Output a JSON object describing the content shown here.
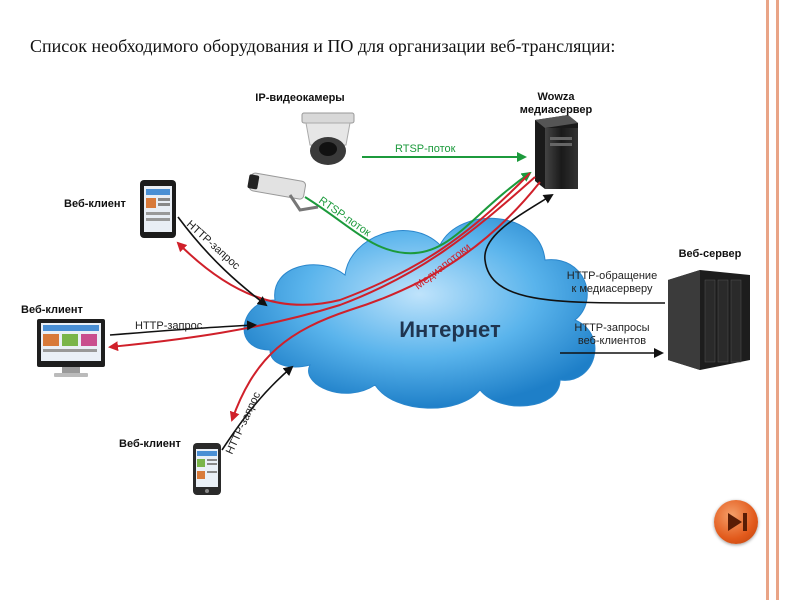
{
  "slide": {
    "title": "Список необходимого оборудования и ПО для организации веб-трансляции:"
  },
  "diagram": {
    "cloud_label": "Интернет",
    "nodes": {
      "ip_cameras": "IP-видеокамеры",
      "wowza_line1": "Wowza",
      "wowza_line2": "медиасервер",
      "web_server": "Веб-сервер",
      "web_client_tablet": "Веб-клиент",
      "web_client_desktop": "Веб-клиент",
      "web_client_phone": "Веб-клиент"
    },
    "edges": {
      "rtsp_top": "RTSP-поток",
      "rtsp_diag": "RTSP-поток",
      "media_streams": "Медиапотоки",
      "http_tablet": "HTTP-запрос",
      "http_desktop": "HTTP-запрос",
      "http_phone": "HTTP-запрос",
      "http_media_line1": "HTTP-обращение",
      "http_media_line2": "к медиасерверу",
      "http_clients_line1": "HTTP-запросы",
      "http_clients_line2": "веб-клиентов"
    }
  },
  "colors": {
    "green_arrow": "#1c9a3c",
    "red_arrow": "#d0202a",
    "cloud": "#3a9fe0",
    "accent_border": "#e9a487",
    "next_button": "#e25a1c"
  },
  "controls": {
    "next_icon": "play-next-icon"
  }
}
